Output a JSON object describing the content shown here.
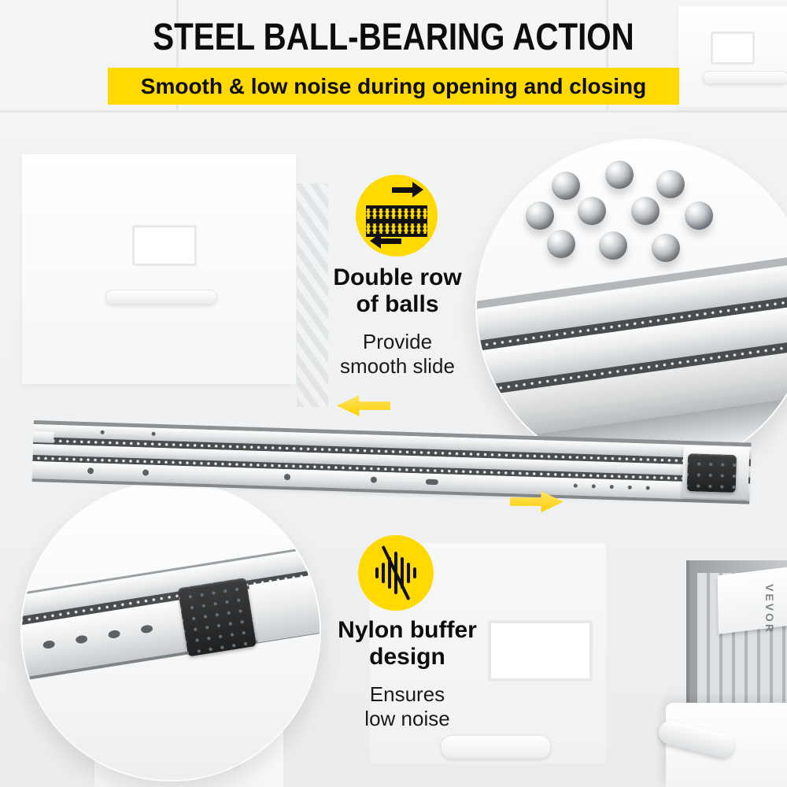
{
  "header": {
    "title": "STEEL BALL-BEARING ACTION",
    "banner": "Smooth & low noise during opening and closing"
  },
  "features": {
    "double_row": {
      "title_line1": "Double row",
      "title_line2": "of balls",
      "desc_line1": "Provide",
      "desc_line2": "smooth slide"
    },
    "nylon_buffer": {
      "title_line1": "Nylon buffer",
      "title_line2": "design",
      "desc_line1": "Ensures",
      "desc_line2": "low noise"
    }
  },
  "icons": {
    "double_row": "double-row-ball-track-icon",
    "nylon_buffer": "low-noise-buffer-icon",
    "arrow_left": "slide-direction-left-arrow",
    "arrow_right": "slide-direction-right-arrow"
  },
  "watermark": "VEVOR",
  "colors": {
    "accent_yellow": "#FFD900",
    "title_color": "#0D0D0D",
    "text_color": "#1A1A1A",
    "metal_light": "#F5F6F7",
    "metal_dark": "#9AA0A4",
    "buffer_black": "#26282A"
  }
}
